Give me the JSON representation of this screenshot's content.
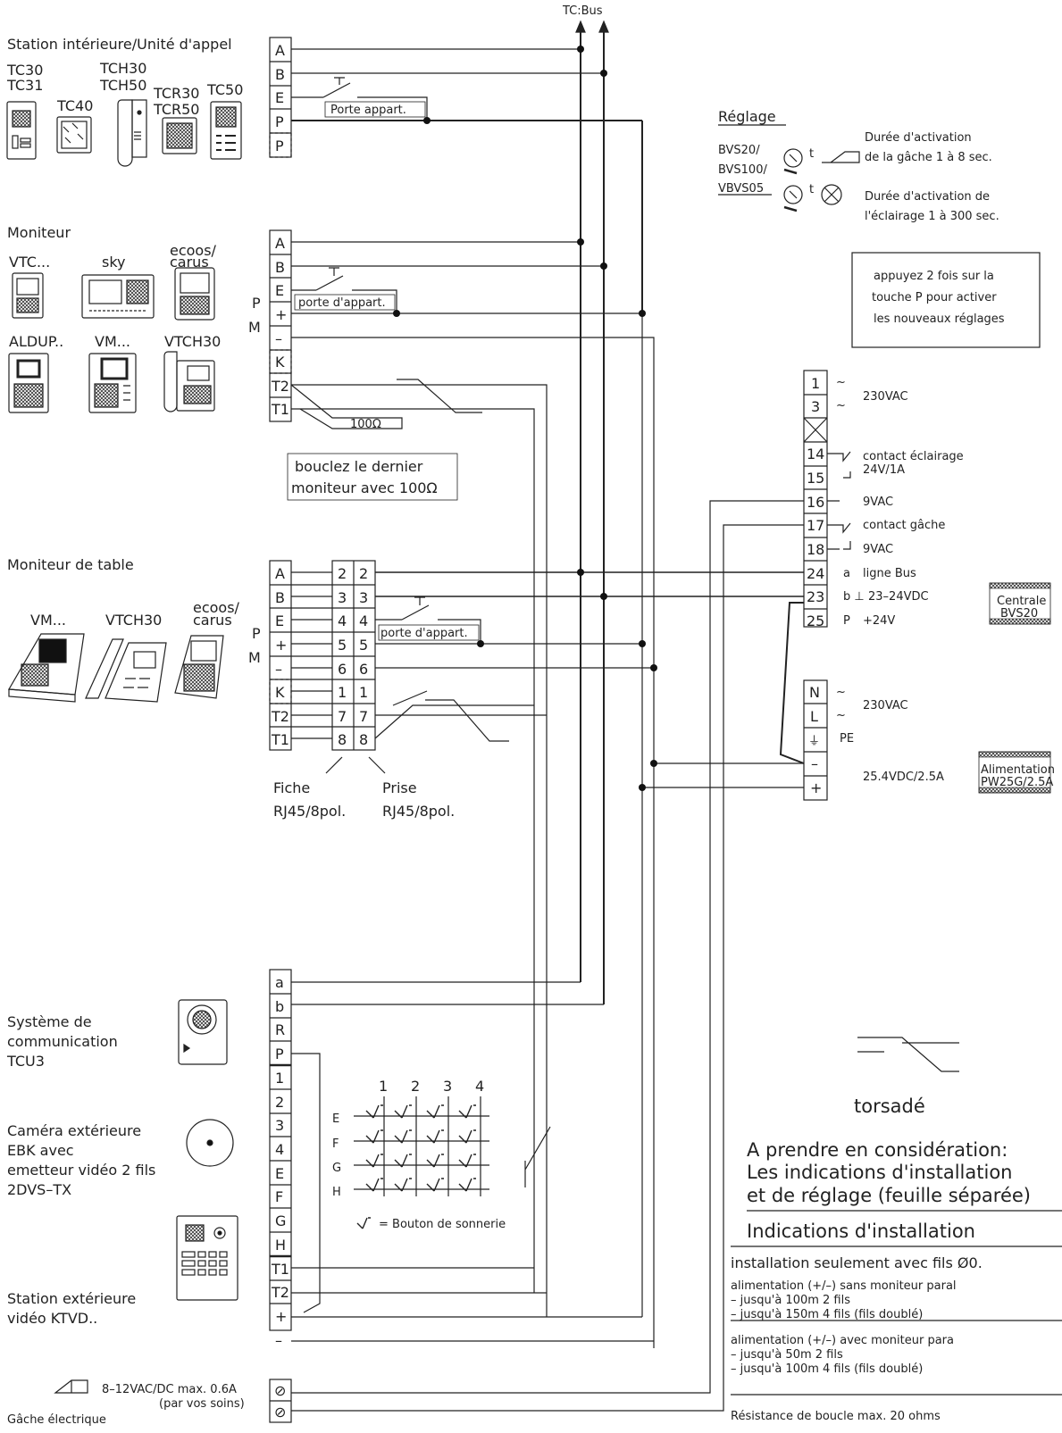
{
  "bus_label": "TC:Bus",
  "terminal_letters": {
    "A": "A",
    "B": "B",
    "E": "E",
    "P": "P",
    "plus": "+",
    "minus": "–",
    "K": "K",
    "T2": "T2",
    "T1": "T1",
    "a": "a",
    "b": "b",
    "R": "R",
    "F": "F",
    "G": "G",
    "H": "H",
    "one": "1",
    "two": "2",
    "three": "3",
    "four": "4",
    "screw": "⊘"
  },
  "station": {
    "title": "Station intérieure/Unité d'appel",
    "models": [
      "TC30",
      "TC31",
      "TC40",
      "TCH30",
      "TCH50",
      "TCR30",
      "TCR50",
      "TC50"
    ],
    "door_label": "Porte appart."
  },
  "monitor": {
    "title": "Moniteur",
    "models": [
      "VTC...",
      "sky",
      "ecoos/",
      "carus",
      "ALDUP..",
      "VM...",
      "VTCH30"
    ],
    "door_label": "porte d'appart.",
    "side_p": "P",
    "side_m": "M",
    "resistor": "100Ω",
    "note_line1": "bouclez le dernier",
    "note_line2": "moniteur avec 100Ω"
  },
  "table_monitor": {
    "title": "Moniteur de table",
    "models": [
      "VM...",
      "VTCH30",
      "ecoos/",
      "carus"
    ],
    "pin_numbers": [
      "2",
      "3",
      "4",
      "5",
      "6",
      "1",
      "7",
      "8"
    ],
    "door_label": "porte d'appart.",
    "side_p": "P",
    "side_m": "M",
    "fiche": "Fiche",
    "fiche_type": "RJ45/8pol.",
    "prise": "Prise",
    "prise_type": "RJ45/8pol."
  },
  "reglage": {
    "title": "Réglage",
    "devices": [
      "BVS20/",
      "BVS100/",
      "VBVS05"
    ],
    "gache_line1": "Durée d'activation",
    "gache_line2": "de la gâche 1 à 8 sec.",
    "light_line1": "Durée d'activation de",
    "light_line2": "l'éclairage 1 à 300 sec.",
    "t_symbol": "t",
    "note_line1": "appuyez 2 fois sur la",
    "note_line2": "touche P pour activer",
    "note_line3": "les nouveaux réglages"
  },
  "central": {
    "terminals": [
      "1",
      "3",
      "14",
      "15",
      "16",
      "17",
      "18",
      "24",
      "23",
      "25"
    ],
    "tilde": "~",
    "v230": "230VAC",
    "contact_light": "contact éclairage",
    "contact_light_rating": "24V/1A",
    "v9_a": "9VAC",
    "contact_gache": "contact gâche",
    "v9_b": "9VAC",
    "a_letter": "a",
    "ligne_bus": "ligne Bus",
    "b_letter": "b ⊥",
    "v23": "23–24VDC",
    "p_letter": "P",
    "v24": "+24V",
    "name_line1": "Centrale",
    "name_line2": "BVS20"
  },
  "psu": {
    "terminals": [
      "N",
      "L",
      "⏚"
    ],
    "tilde": "~",
    "v230": "230VAC",
    "pe": "PE",
    "vdc": "25.4VDC/2.5A",
    "name_line1": "Alimentation",
    "name_line2": "PW25G/2.5A"
  },
  "tcu": {
    "line1": "Système de",
    "line2": "communication",
    "line3": "TCU3"
  },
  "camera": {
    "line1": "Caméra extérieure",
    "line2": "EBK avec",
    "line3": "emetteur vidéo 2 fils",
    "line4": "2DVS–TX"
  },
  "outdoor_station": {
    "line1": "Station extérieure",
    "line2": "vidéo KTVD.."
  },
  "gache": {
    "spec": "8–12VAC/DC max. 0.6A",
    "spec_note": "(par vos soins)",
    "label": "Gâche électrique"
  },
  "matrix": {
    "columns": [
      "1",
      "2",
      "3",
      "4"
    ],
    "rows": [
      "E",
      "F",
      "G",
      "H"
    ],
    "legend": "= Bouton de sonnerie"
  },
  "torsade": "torsadé",
  "notes": {
    "consider_line1": "A prendre en considération:",
    "consider_line2": "Les indications d'installation",
    "consider_line3": "et de réglage (feuille séparée)",
    "install_title": "Indications d'installation",
    "line1": "installation seulement avec fils Ø0.",
    "line2": "alimentation (+/–) sans moniteur paral",
    "line3": "– jusqu'à 100m 2 fils",
    "line4": "– jusqu'à 150m 4 fils (fils doublé)",
    "line5": "alimentation (+/–) avec moniteur para",
    "line6": "– jusqu'à   50m 2 fils",
    "line7": "– jusqu'à 100m 4 fils (fils doublé)",
    "line8": "Résistance de boucle max. 20 ohms"
  }
}
